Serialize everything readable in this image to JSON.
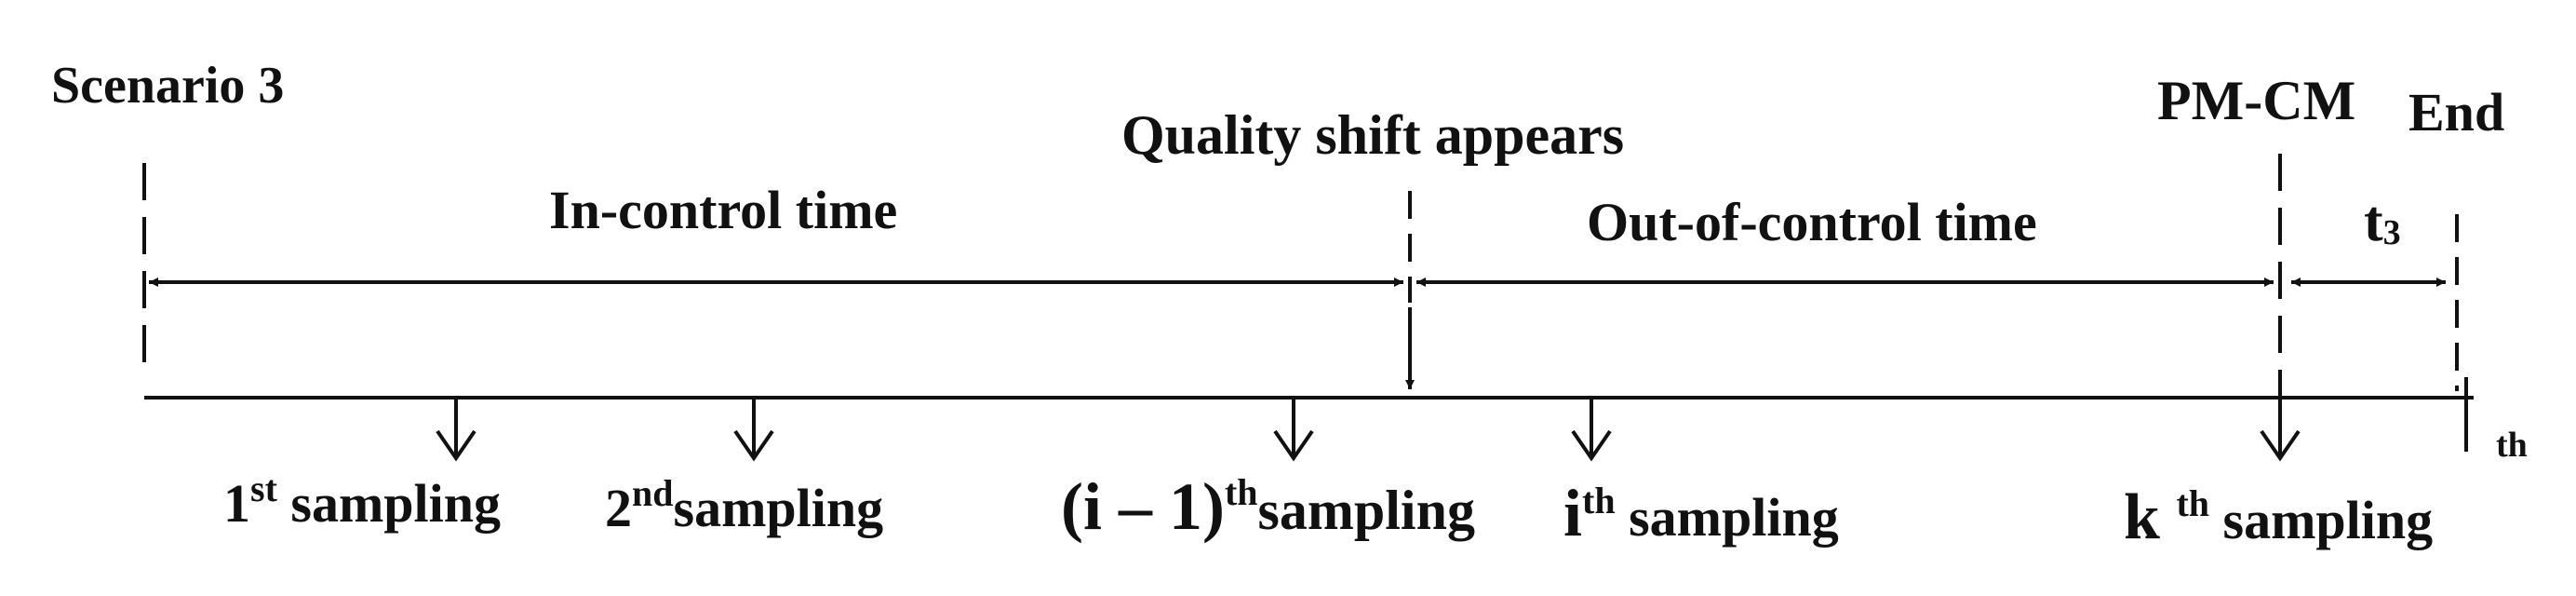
{
  "diagram": {
    "scenario_title": "Scenario 3",
    "quality_shift_label": "Quality shift appears",
    "pm_cm_label": "PM-CM",
    "end_label": "End",
    "in_control_label": "In-control time",
    "out_of_control_label": "Out-of-control time",
    "t3_label": "t",
    "t3_subscript": "3",
    "axis_end_superscript": "th",
    "samplings": [
      {
        "prefix": "1",
        "sup": "st",
        "suffix": " sampling"
      },
      {
        "prefix": "2",
        "sup": "nd",
        "suffix": "sampling"
      },
      {
        "prefix": "(i – 1)",
        "sup": "th",
        "suffix": "sampling"
      },
      {
        "prefix": "i",
        "sup": "th",
        "suffix": " sampling"
      },
      {
        "prefix": "k ",
        "sup": "th",
        "suffix": " sampling"
      }
    ],
    "colors": {
      "ink": "#111111",
      "background": "#ffffff"
    }
  }
}
